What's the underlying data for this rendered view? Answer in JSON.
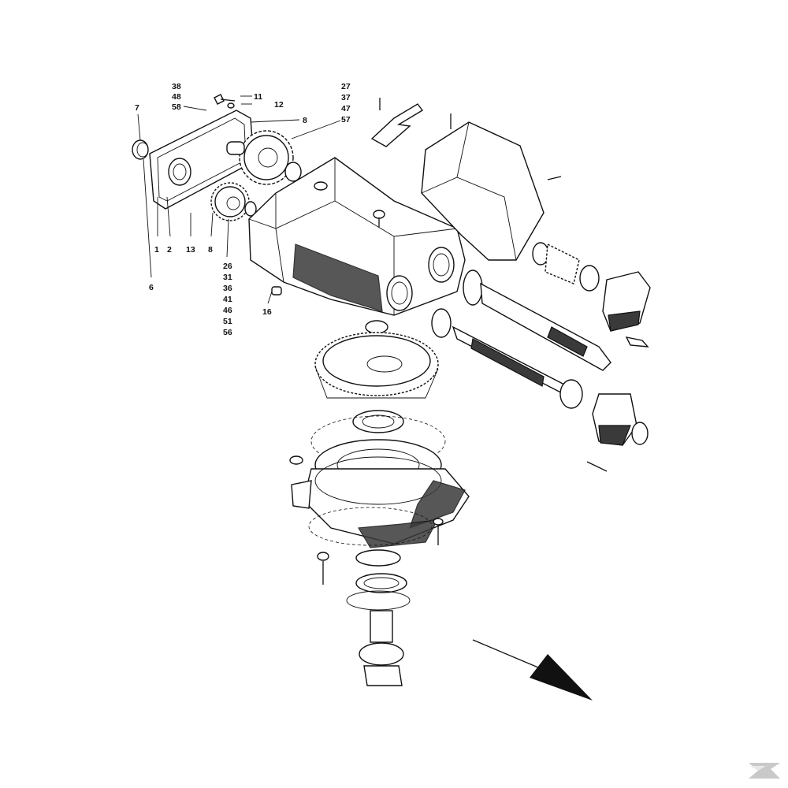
{
  "diagram": {
    "part_labels": [
      {
        "id": "p38",
        "text": "38"
      },
      {
        "id": "p48",
        "text": "48"
      },
      {
        "id": "p58",
        "text": "58"
      },
      {
        "id": "p7",
        "text": "7"
      },
      {
        "id": "p11",
        "text": "11"
      },
      {
        "id": "p12",
        "text": "12"
      },
      {
        "id": "p8a",
        "text": "8"
      },
      {
        "id": "p27",
        "text": "27"
      },
      {
        "id": "p37",
        "text": "37"
      },
      {
        "id": "p47",
        "text": "47"
      },
      {
        "id": "p57",
        "text": "57"
      },
      {
        "id": "p1",
        "text": "1"
      },
      {
        "id": "p2",
        "text": "2"
      },
      {
        "id": "p13",
        "text": "13"
      },
      {
        "id": "p8b",
        "text": "8"
      },
      {
        "id": "p6",
        "text": "6"
      },
      {
        "id": "p26",
        "text": "26"
      },
      {
        "id": "p31",
        "text": "31"
      },
      {
        "id": "p36",
        "text": "36"
      },
      {
        "id": "p41",
        "text": "41"
      },
      {
        "id": "p46",
        "text": "46"
      },
      {
        "id": "p51",
        "text": "51"
      },
      {
        "id": "p56",
        "text": "56"
      },
      {
        "id": "p16",
        "text": "16"
      }
    ],
    "colors": {
      "line": "#111111",
      "shade": "#3a3a3a",
      "background": "#ffffff",
      "logo": "#c9c9c9"
    },
    "icons": [
      "direction-arrow-icon",
      "brand-logo-icon"
    ]
  }
}
